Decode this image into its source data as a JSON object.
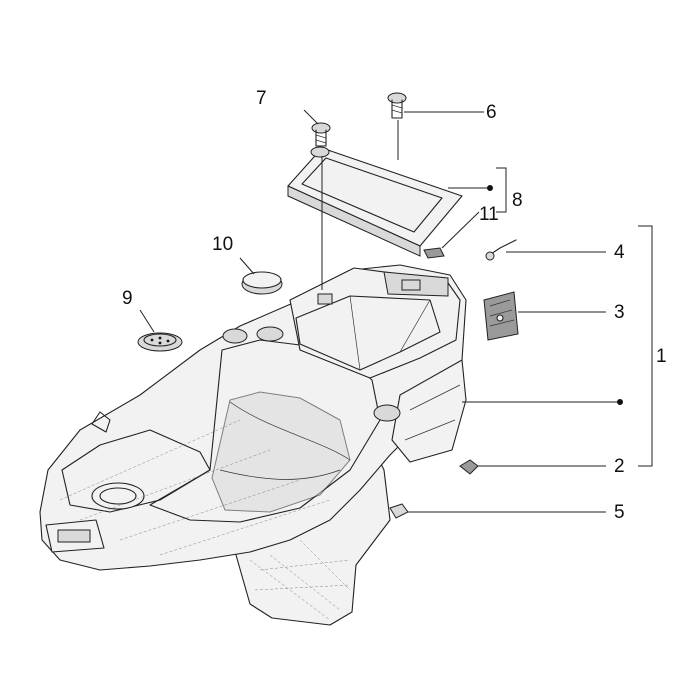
{
  "diagram": {
    "callouts": [
      {
        "id": "1",
        "label": "1"
      },
      {
        "id": "2",
        "label": "2"
      },
      {
        "id": "3",
        "label": "3"
      },
      {
        "id": "4",
        "label": "4"
      },
      {
        "id": "5",
        "label": "5"
      },
      {
        "id": "6",
        "label": "6"
      },
      {
        "id": "7",
        "label": "7"
      },
      {
        "id": "8",
        "label": "8"
      },
      {
        "id": "9",
        "label": "9"
      },
      {
        "id": "10",
        "label": "10"
      },
      {
        "id": "11",
        "label": "11"
      }
    ],
    "colors": {
      "ink": "#222222",
      "background": "#ffffff",
      "part_fill": "#f2f2f2"
    }
  }
}
